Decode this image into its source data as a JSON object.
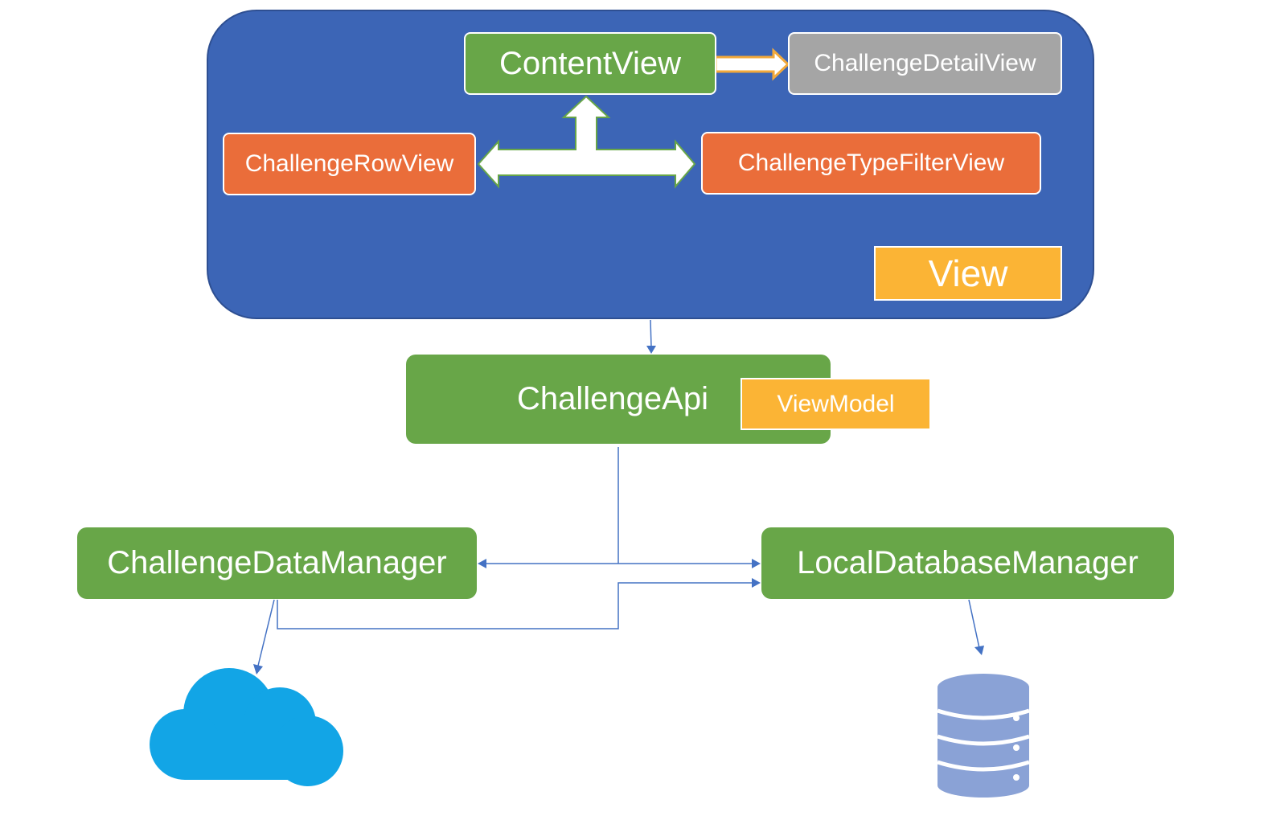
{
  "diagram": {
    "view_group": {
      "label": "View"
    },
    "nodes": {
      "content_view": "ContentView",
      "challenge_detail_view": "ChallengeDetailView",
      "challenge_row_view": "ChallengeRowView",
      "challenge_type_filter_view": "ChallengeTypeFilterView",
      "challenge_api": "ChallengeApi",
      "challenge_data_manager": "ChallengeDataManager",
      "local_database_manager": "LocalDatabaseManager"
    },
    "viewmodel_label": "ViewModel",
    "icons": {
      "cloud": "cloud-icon",
      "database": "database-icon"
    },
    "colors": {
      "view_group": "#3c65b6",
      "green": "#68a648",
      "orange": "#ea6d3a",
      "gray": "#a5a5a5",
      "note": "#fbb435",
      "connector": "#4472c4",
      "cloud": "#12a5e6",
      "database": "#8aa2d6"
    }
  }
}
